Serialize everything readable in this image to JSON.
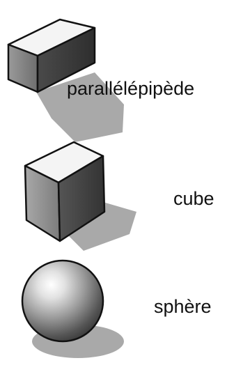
{
  "labels": {
    "parallelepiped": "parallélépipède",
    "cube": "cube",
    "sphere": "sphère"
  },
  "colors": {
    "background": "#ffffff",
    "outline": "#111111",
    "top_face": "#f4f4f4",
    "front_face": "#7a7a7a",
    "side_face": "#3e3e3e",
    "shadow": "#a9a9a9"
  }
}
